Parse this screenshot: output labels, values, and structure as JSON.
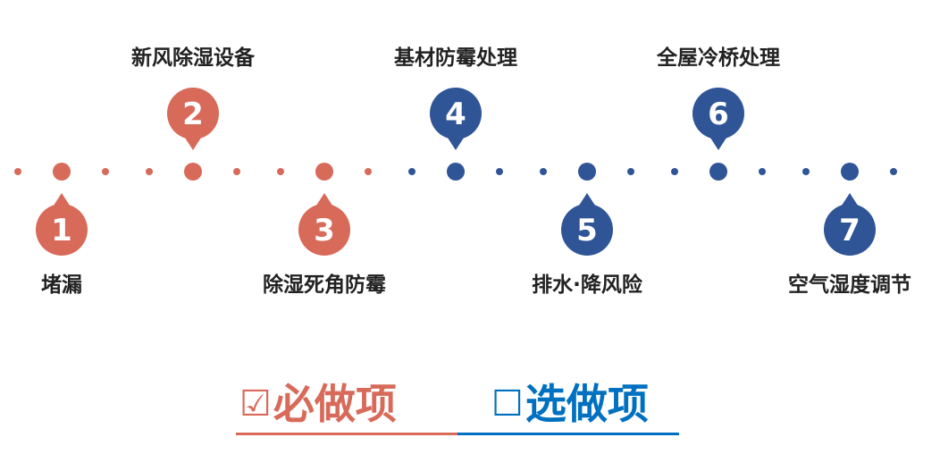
{
  "colors": {
    "required": "#d86a5a",
    "optional": "#2f5597",
    "optional_accent": "#0070c0",
    "text": "#222222"
  },
  "steps": [
    {
      "number": "1",
      "label": "堵漏",
      "group": "required",
      "position": "below"
    },
    {
      "number": "2",
      "label": "新风除湿设备",
      "group": "required",
      "position": "above"
    },
    {
      "number": "3",
      "label": "除湿死角防霉",
      "group": "required",
      "position": "below"
    },
    {
      "number": "4",
      "label": "基材防霉处理",
      "group": "optional",
      "position": "above"
    },
    {
      "number": "5",
      "label": "排水·降风险",
      "group": "optional",
      "position": "below"
    },
    {
      "number": "6",
      "label": "全屋冷桥处理",
      "group": "optional",
      "position": "above"
    },
    {
      "number": "7",
      "label": "空气湿度调节",
      "group": "optional",
      "position": "below"
    }
  ],
  "legend": {
    "required": {
      "box": "☑",
      "label": "必做项"
    },
    "optional": {
      "box": "☐",
      "label": "选做项"
    }
  }
}
